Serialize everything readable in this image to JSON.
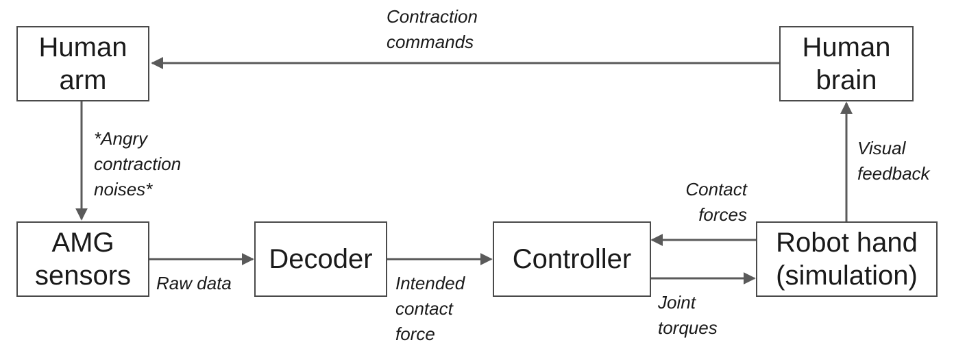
{
  "nodes": {
    "human_arm": "Human\narm",
    "human_brain": "Human\nbrain",
    "amg_sensors": "AMG\nsensors",
    "decoder": "Decoder",
    "controller": "Controller",
    "robot_hand": "Robot hand\n(simulation)"
  },
  "edge_labels": {
    "contraction_commands": "Contraction\ncommands",
    "angry_contraction_noises": "*Angry\ncontraction\nnoises*",
    "raw_data": "Raw data",
    "intended_contact_force": "Intended\ncontact\nforce",
    "contact_forces": "Contact\nforces",
    "joint_torques": "Joint\ntorques",
    "visual_feedback": "Visual\nfeedback"
  },
  "colors": {
    "line": "#5a5a5a",
    "box_border": "#4a4a4a"
  }
}
